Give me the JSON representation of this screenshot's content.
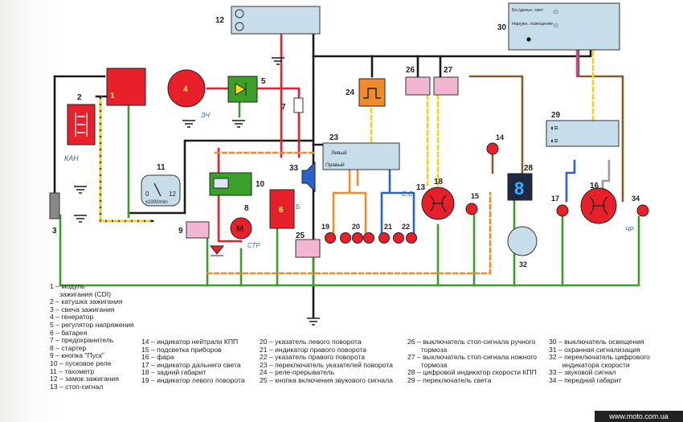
{
  "components": {
    "c1": "1",
    "c2": "2",
    "c3": "3",
    "c4": "4",
    "c5": "5",
    "c6": "6",
    "c7": "7",
    "c8": "8",
    "c9": "9",
    "c10": "10",
    "c11": "11",
    "c12": "12",
    "c13": "13",
    "c14": "14",
    "c15": "15",
    "c16": "16",
    "c17": "17",
    "c18": "18",
    "c19": "19",
    "c20": "20",
    "c21": "21",
    "c22": "22",
    "c23": "23",
    "c24": "24",
    "c25": "25",
    "c26": "26",
    "c27": "27",
    "c28": "28",
    "c29": "29",
    "c30": "30",
    "c32": "32",
    "c33": "33",
    "c34": "34"
  },
  "switch_labels": {
    "turn_left": "Левый",
    "turn_right": "Правый",
    "light_top": "Бл./дальн. свет",
    "light_mid": "Наружн. освещение"
  },
  "tacho": {
    "scale_start": "0",
    "scale_end": "12",
    "unit": "x1000/min"
  },
  "gear_digit": "8",
  "motor_label": "M",
  "handwritten": {
    "h1": "КАН",
    "h2": "ЭЧ",
    "h3": "Б",
    "h4": "СТР",
    "h5": "С.С",
    "h6": "ЧР"
  },
  "legend_col1": [
    "1 – модуль",
    "     зажигания (CDI)",
    "2 – катушка зажигания",
    "3 – свеча зажигания",
    "4 – генератор",
    "5 – регулятор напряжения",
    "6 – батарея",
    "7 – предохранитель",
    "8 – стартер",
    "9 – кнопка \"Пуск\"",
    "10 – пусковое реле",
    "11 – тахометр",
    "12 – замок зажигания",
    "13 – стоп-сигнал"
  ],
  "legend_col2": [
    "14 – индикатор нейтрали КПП",
    "15 – подсветка приборов",
    "16 – фара",
    "17 – индикатор дальнего света",
    "18 – задний габарит",
    "19 – индикатор левого поворота"
  ],
  "legend_col3": [
    "20 – указатель левого поворота",
    "21 – индикатор правого поворота",
    "22 – указатель правого поворота",
    "23 – переключатель указателей поворота",
    "24 – реле-прерыватель",
    "25 – кнопка включения звукового сигнала"
  ],
  "legend_col4": [
    "26 – выключатель стоп-сигнала ручного",
    "       тормоза",
    "27 – выключатель стоп-сигнала ножного",
    "       тормоза",
    "28 – цифровой индикатор скорости КПП",
    "29 – переключатель света"
  ],
  "legend_col5": [
    "30 – выключатель освещения",
    "31 – охранная сигнализация",
    "32 – переключатель цифрового",
    "       индикатора скорости",
    "33 – звуковой сигнал",
    "34 – передний габарит"
  ],
  "watermark": "www.moto.com.ua",
  "colors": {
    "black": "#1a1a1a",
    "red": "#e8202a",
    "green": "#3f9b2c",
    "blue": "#2a62c8",
    "orange": "#f08a2a",
    "yellow": "#f2d21b",
    "brown": "#8a5a2b",
    "lightgreen": "#9acd56",
    "switchbox": "#c7dde9",
    "cdi": "#e8202a",
    "regulator": "#3aa02a",
    "relay_pink": "#f2b6d2",
    "flasher": "#f08a2a"
  }
}
